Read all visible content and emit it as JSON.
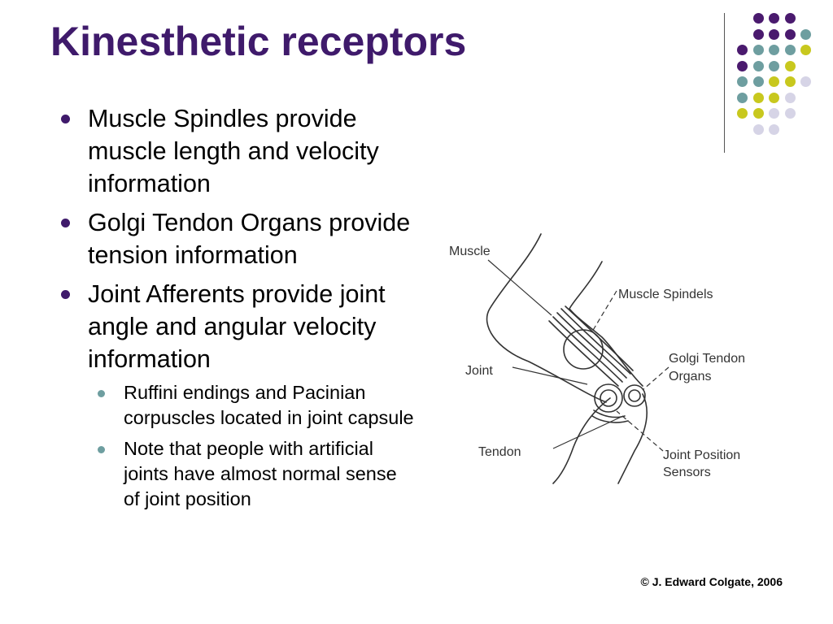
{
  "slide": {
    "title": "Kinesthetic receptors",
    "bullets": [
      {
        "text": "Muscle Spindles provide muscle length and velocity information"
      },
      {
        "text": "Golgi Tendon Organs provide tension information"
      },
      {
        "text": "Joint Afferents provide joint angle and angular velocity information",
        "sub_bullets": [
          "Ruffini endings and Pacinian corpuscles located in joint capsule",
          "Note that people with artificial joints have almost normal sense of joint position"
        ]
      }
    ],
    "figure_labels": {
      "muscle": "Muscle",
      "muscle_spindels": "Muscle Spindels",
      "golgi_line1": "Golgi Tendon",
      "golgi_line2": "Organs",
      "joint": "Joint",
      "tendon": "Tendon",
      "jps_line1": "Joint Position",
      "jps_line2": "Sensors"
    },
    "copyright": "© J. Edward Colgate, 2006"
  },
  "colors": {
    "title": "#3f1a6b",
    "dot_purple": "#4a1a6e",
    "dot_teal": "#6e9ea0",
    "dot_yellow": "#c8c81e",
    "dot_lavender": "#d6d4e6"
  },
  "decor": {
    "dot_grid_colors": [
      [
        "dot_purple",
        "dot_purple",
        "dot_purple"
      ],
      [
        "dot_purple",
        "dot_purple",
        "dot_purple",
        "dot_teal"
      ],
      [
        "dot_purple",
        "dot_teal",
        "dot_teal",
        "dot_teal",
        "dot_yellow"
      ],
      [
        "dot_purple",
        "dot_teal",
        "dot_teal",
        "dot_yellow"
      ],
      [
        "dot_teal",
        "dot_teal",
        "dot_yellow",
        "dot_yellow",
        "dot_lavender"
      ],
      [
        "dot_teal",
        "dot_yellow",
        "dot_yellow",
        "dot_lavender"
      ],
      [
        "dot_yellow",
        "dot_yellow",
        "dot_lavender",
        "dot_lavender"
      ],
      [
        "dot_lavender",
        "dot_lavender"
      ]
    ]
  }
}
